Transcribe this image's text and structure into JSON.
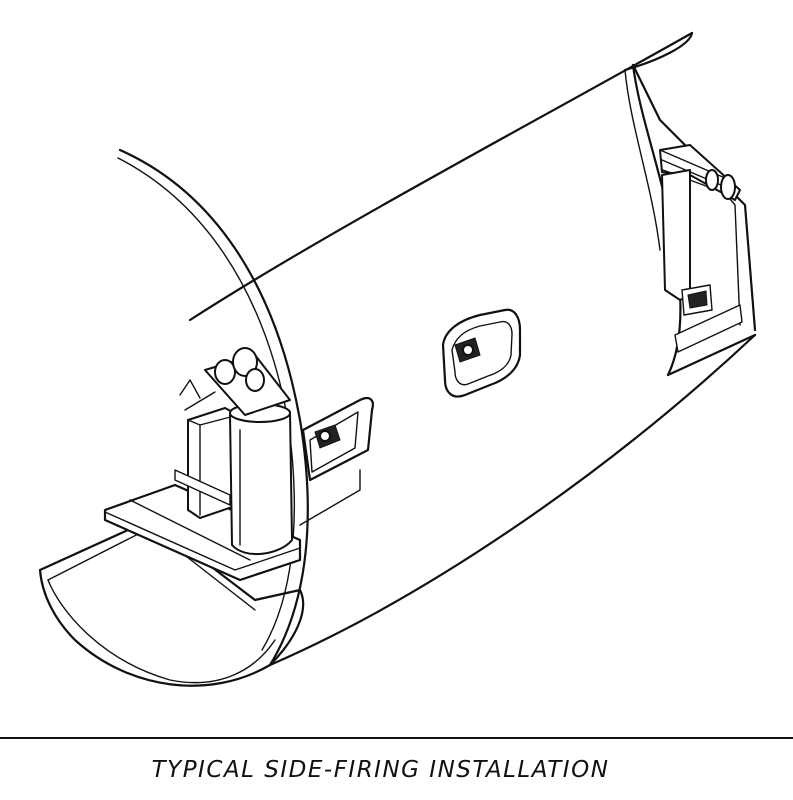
{
  "figure": {
    "caption": "TYPICAL SIDE-FIRING INSTALLATION",
    "line_color": "#111111",
    "background": "#ffffff",
    "components": [
      "fuselage-section",
      "forward-gun-mount",
      "center-window",
      "aft-gun-mount"
    ]
  }
}
